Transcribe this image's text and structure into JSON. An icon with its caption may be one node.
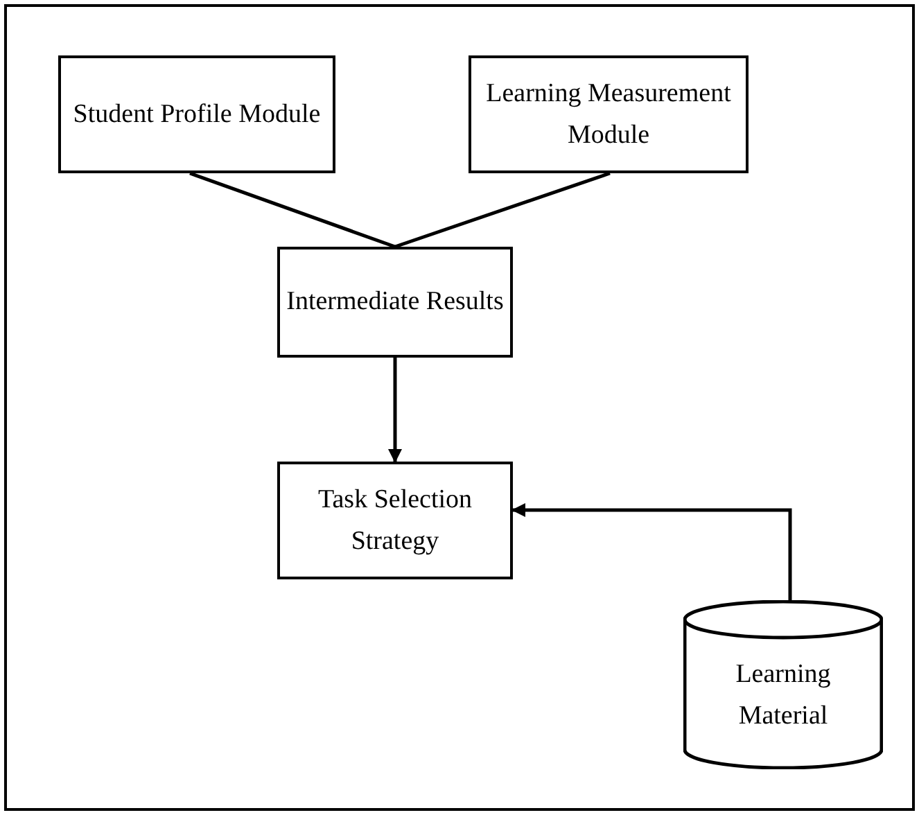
{
  "diagram": {
    "nodes": [
      {
        "text": [
          "Student Profile Module"
        ]
      },
      {
        "text": [
          "Learning Measurement Module"
        ]
      },
      {
        "text": [
          "Intermediate Results"
        ]
      },
      {
        "text": [
          "Task Selection Strategy"
        ]
      },
      {
        "text": [
          "Learning Material"
        ]
      }
    ],
    "edges": [
      {
        "from": 0,
        "to": 2,
        "arrow": "none"
      },
      {
        "from": 1,
        "to": 2,
        "arrow": "none"
      },
      {
        "from": 2,
        "to": 3,
        "arrow": "to"
      },
      {
        "from": 4,
        "to": 3,
        "arrow": "to"
      }
    ]
  }
}
